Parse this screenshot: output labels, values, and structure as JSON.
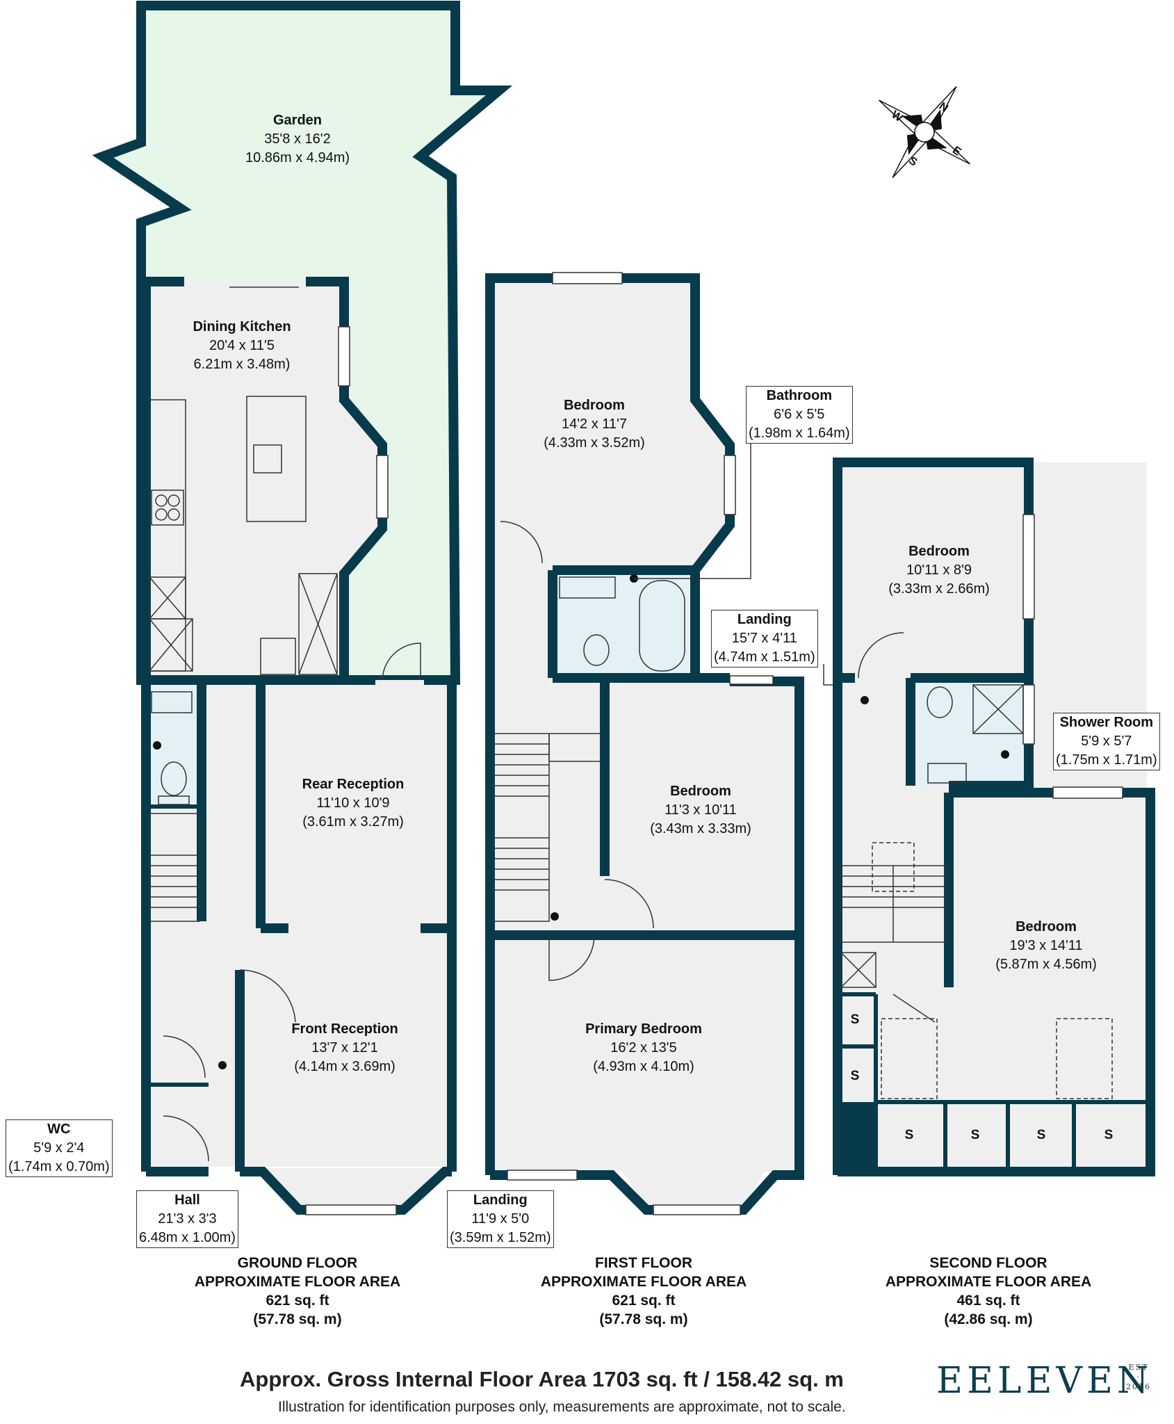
{
  "rooms": {
    "garden": {
      "name": "Garden",
      "imperial": "35'8 x 16'2",
      "metric": "10.86m x 4.94m)"
    },
    "dining_kitchen": {
      "name": "Dining Kitchen",
      "imperial": "20'4 x 11'5",
      "metric": "6.21m x 3.48m)"
    },
    "rear_reception": {
      "name": "Rear Reception",
      "imperial": "11'10 x 10'9",
      "metric": "(3.61m x 3.27m)"
    },
    "front_reception": {
      "name": "Front Reception",
      "imperial": "13'7 x 12'1",
      "metric": "(4.14m x 3.69m)"
    },
    "bedroom_first_rear": {
      "name": "Bedroom",
      "imperial": "14'2 x 11'7",
      "metric": "(4.33m x 3.52m)"
    },
    "bedroom_first_mid": {
      "name": "Bedroom",
      "imperial": "11'3 x 10'11",
      "metric": "(3.43m x 3.33m)"
    },
    "primary_bedroom": {
      "name": "Primary Bedroom",
      "imperial": "16'2 x 13'5",
      "metric": "(4.93m x 4.10m)"
    },
    "bedroom_second_rear": {
      "name": "Bedroom",
      "imperial": "10'11 x 8'9",
      "metric": "(3.33m x 2.66m)"
    },
    "bedroom_second_front": {
      "name": "Bedroom",
      "imperial": "19'3 x 14'11",
      "metric": "(5.87m x 4.56m)"
    }
  },
  "callouts": {
    "bathroom": {
      "name": "Bathroom",
      "imperial": "6'6 x 5'5",
      "metric": "(1.98m x 1.64m)"
    },
    "landing_second": {
      "name": "Landing",
      "imperial": "15'7 x 4'11",
      "metric": "(4.74m x 1.51m)"
    },
    "shower_room": {
      "name": "Shower Room",
      "imperial": "5'9 x 5'7",
      "metric": "(1.75m x 1.71m)"
    },
    "wc": {
      "name": "WC",
      "imperial": "5'9 x 2'4",
      "metric": "(1.74m x 0.70m)"
    },
    "hall": {
      "name": "Hall",
      "imperial": "21'3 x 3'3",
      "metric": "6.48m x 1.00m)"
    },
    "landing_first": {
      "name": "Landing",
      "imperial": "11'9 x 5'0",
      "metric": "(3.59m x 1.52m)"
    }
  },
  "storage_label": "S",
  "floors": [
    {
      "title": "GROUND FLOOR",
      "subtitle": "APPROXIMATE FLOOR AREA",
      "sqft": "621 sq. ft",
      "sqm": "(57.78 sq. m)"
    },
    {
      "title": "FIRST FLOOR",
      "subtitle": "APPROXIMATE FLOOR AREA",
      "sqft": "621 sq. ft",
      "sqm": "(57.78 sq. m)"
    },
    {
      "title": "SECOND FLOOR",
      "subtitle": "APPROXIMATE FLOOR AREA",
      "sqft": "461 sq. ft",
      "sqm": "(42.86 sq. m)"
    }
  ],
  "compass": {
    "n": "N",
    "e": "E",
    "s": "S",
    "w": "W"
  },
  "footer": {
    "gross_area": "Approx. Gross Internal Floor Area 1703 sq. ft / 158.42 sq. m",
    "disclaimer": "Illustration for identification purposes only, measurements are approximate, not to scale."
  },
  "brand": {
    "name": "EELEVEN",
    "est": "EST",
    "year": "2016"
  },
  "colors": {
    "wall": "#073b4c",
    "garden": "#e6f6e8",
    "floor": "#efefef",
    "wet_room": "#e3f1f6"
  }
}
